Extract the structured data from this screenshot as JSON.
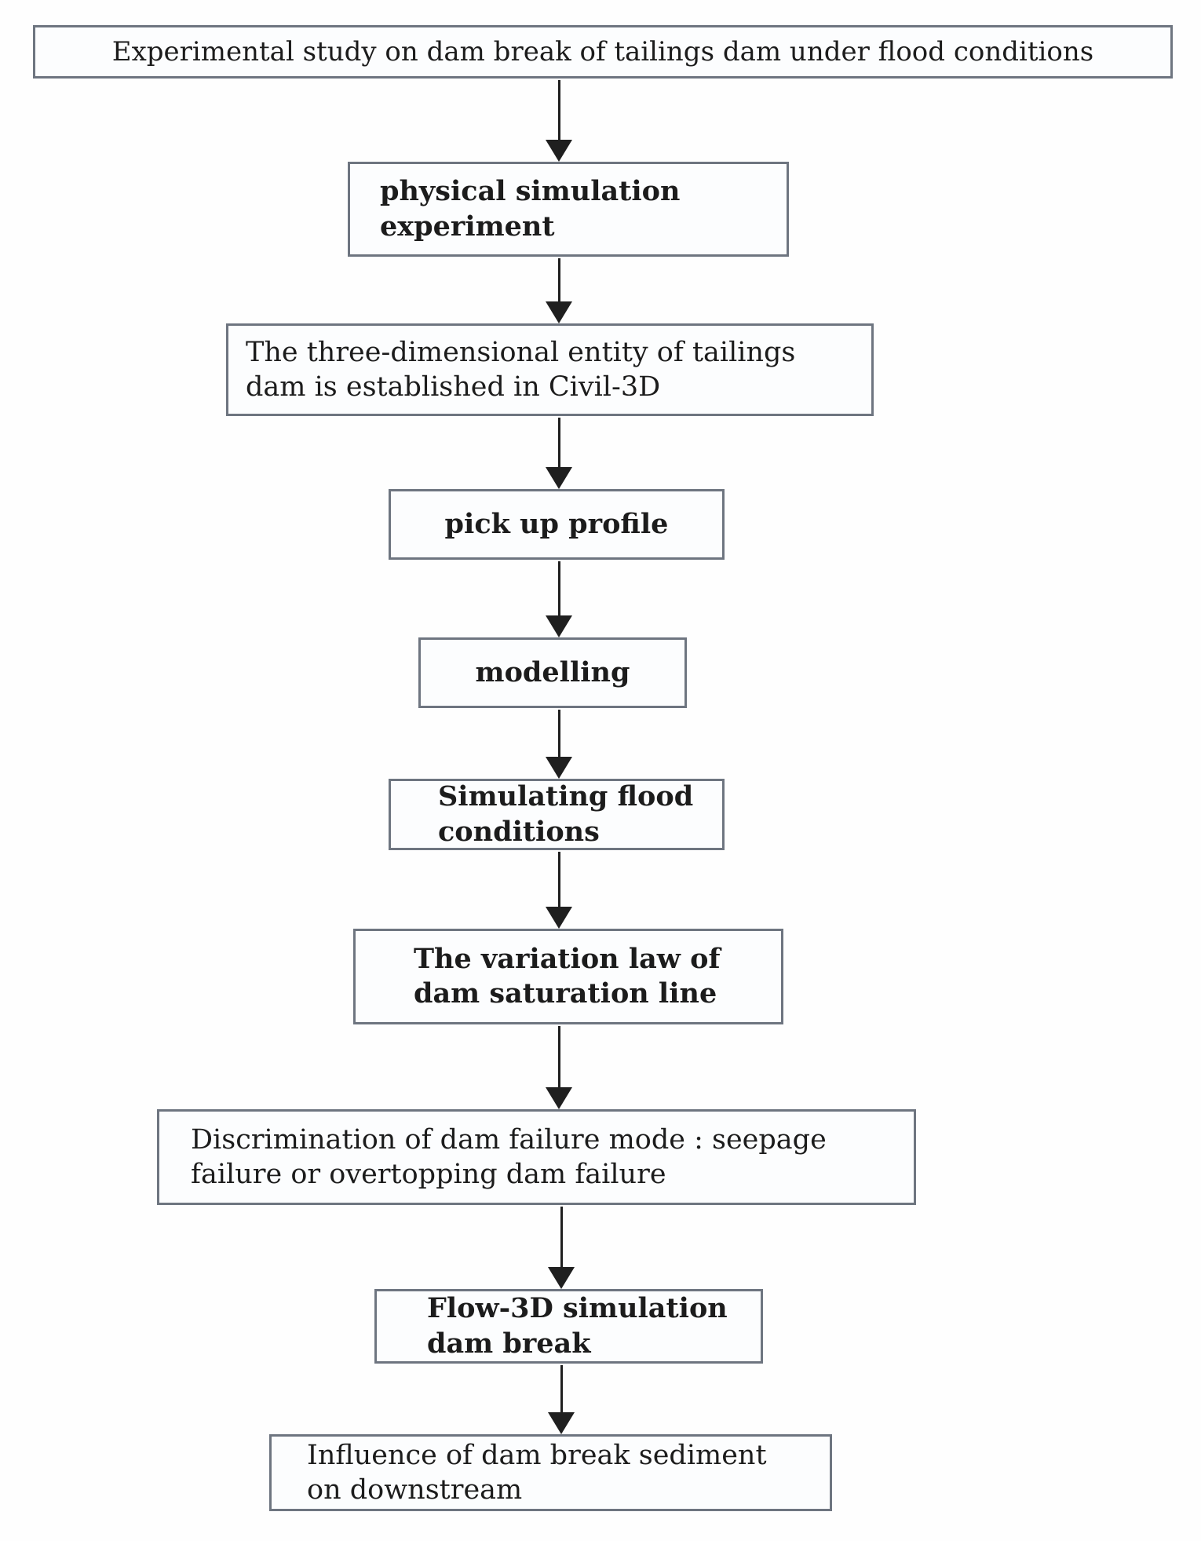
{
  "diagram": {
    "type": "flowchart",
    "direction": "top-down",
    "title": "Experimental study on dam break of tailings dam under flood conditions",
    "colors": {
      "box_border": "#6e7580",
      "box_fill": "#fcfdfe",
      "arrow": "#1f1f1f",
      "text": "#1c1c1c",
      "background": "#fefefe"
    },
    "nodes": [
      {
        "id": "title",
        "text": "Experimental study on dam break of tailings dam under flood conditions"
      },
      {
        "id": "physical-sim",
        "text": "physical simulation\nexperiment"
      },
      {
        "id": "civil3d-entity",
        "text": "The three-dimensional entity of tailings\ndam is established in Civil-3D"
      },
      {
        "id": "pick-up-profile",
        "text": "pick up profile"
      },
      {
        "id": "modelling",
        "text": "modelling"
      },
      {
        "id": "simulating-flood",
        "text": "Simulating flood\nconditions"
      },
      {
        "id": "saturation-line",
        "text": "The variation law of\ndam saturation line"
      },
      {
        "id": "failure-mode",
        "text": "Discrimination of dam failure mode : seepage\nfailure or overtopping dam failure"
      },
      {
        "id": "flow3d-simulation",
        "text": "Flow-3D simulation\ndam break"
      },
      {
        "id": "downstream-influence",
        "text": "Influence of dam break sediment\non downstream"
      }
    ],
    "edges": [
      {
        "from": "title",
        "to": "physical-sim"
      },
      {
        "from": "physical-sim",
        "to": "civil3d-entity"
      },
      {
        "from": "civil3d-entity",
        "to": "pick-up-profile"
      },
      {
        "from": "pick-up-profile",
        "to": "modelling"
      },
      {
        "from": "modelling",
        "to": "simulating-flood"
      },
      {
        "from": "simulating-flood",
        "to": "saturation-line"
      },
      {
        "from": "saturation-line",
        "to": "failure-mode"
      },
      {
        "from": "failure-mode",
        "to": "flow3d-simulation"
      },
      {
        "from": "flow3d-simulation",
        "to": "downstream-influence"
      }
    ]
  }
}
